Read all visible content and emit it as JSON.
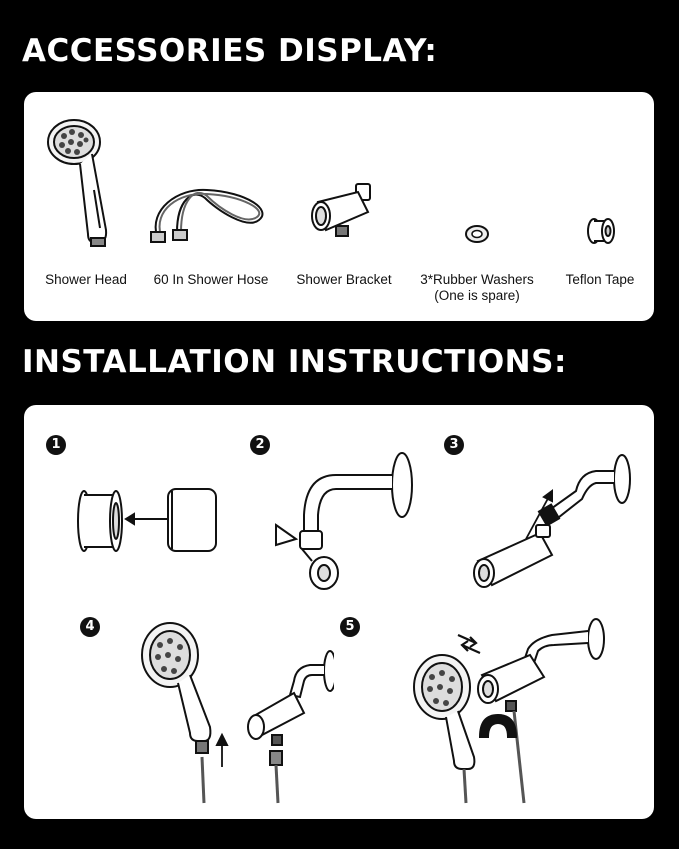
{
  "sections": {
    "accessories_title": "ACCESSORIES DISPLAY:",
    "installation_title": "INSTALLATION INSTRUCTIONS:"
  },
  "accessories": [
    {
      "label": "Shower Head",
      "icon": "shower-head-icon"
    },
    {
      "label": "60 In Shower Hose",
      "icon": "shower-hose-icon"
    },
    {
      "label": "Shower Bracket",
      "icon": "shower-bracket-icon"
    },
    {
      "label": "3*Rubber Washers",
      "sublabel": "(One is spare)",
      "icon": "rubber-washer-icon"
    },
    {
      "label": "Teflon Tape",
      "icon": "teflon-tape-icon"
    }
  ],
  "steps": [
    {
      "number": "1",
      "icon": "wrap-teflon-tape-icon"
    },
    {
      "number": "2",
      "icon": "shower-arm-with-washer-icon"
    },
    {
      "number": "3",
      "icon": "attach-bracket-icon"
    },
    {
      "number": "4",
      "icon": "connect-hose-icon"
    },
    {
      "number": "5",
      "icon": "magnetic-mount-icon"
    }
  ],
  "colors": {
    "background": "#000000",
    "panel": "#ffffff",
    "ink": "#111111"
  }
}
